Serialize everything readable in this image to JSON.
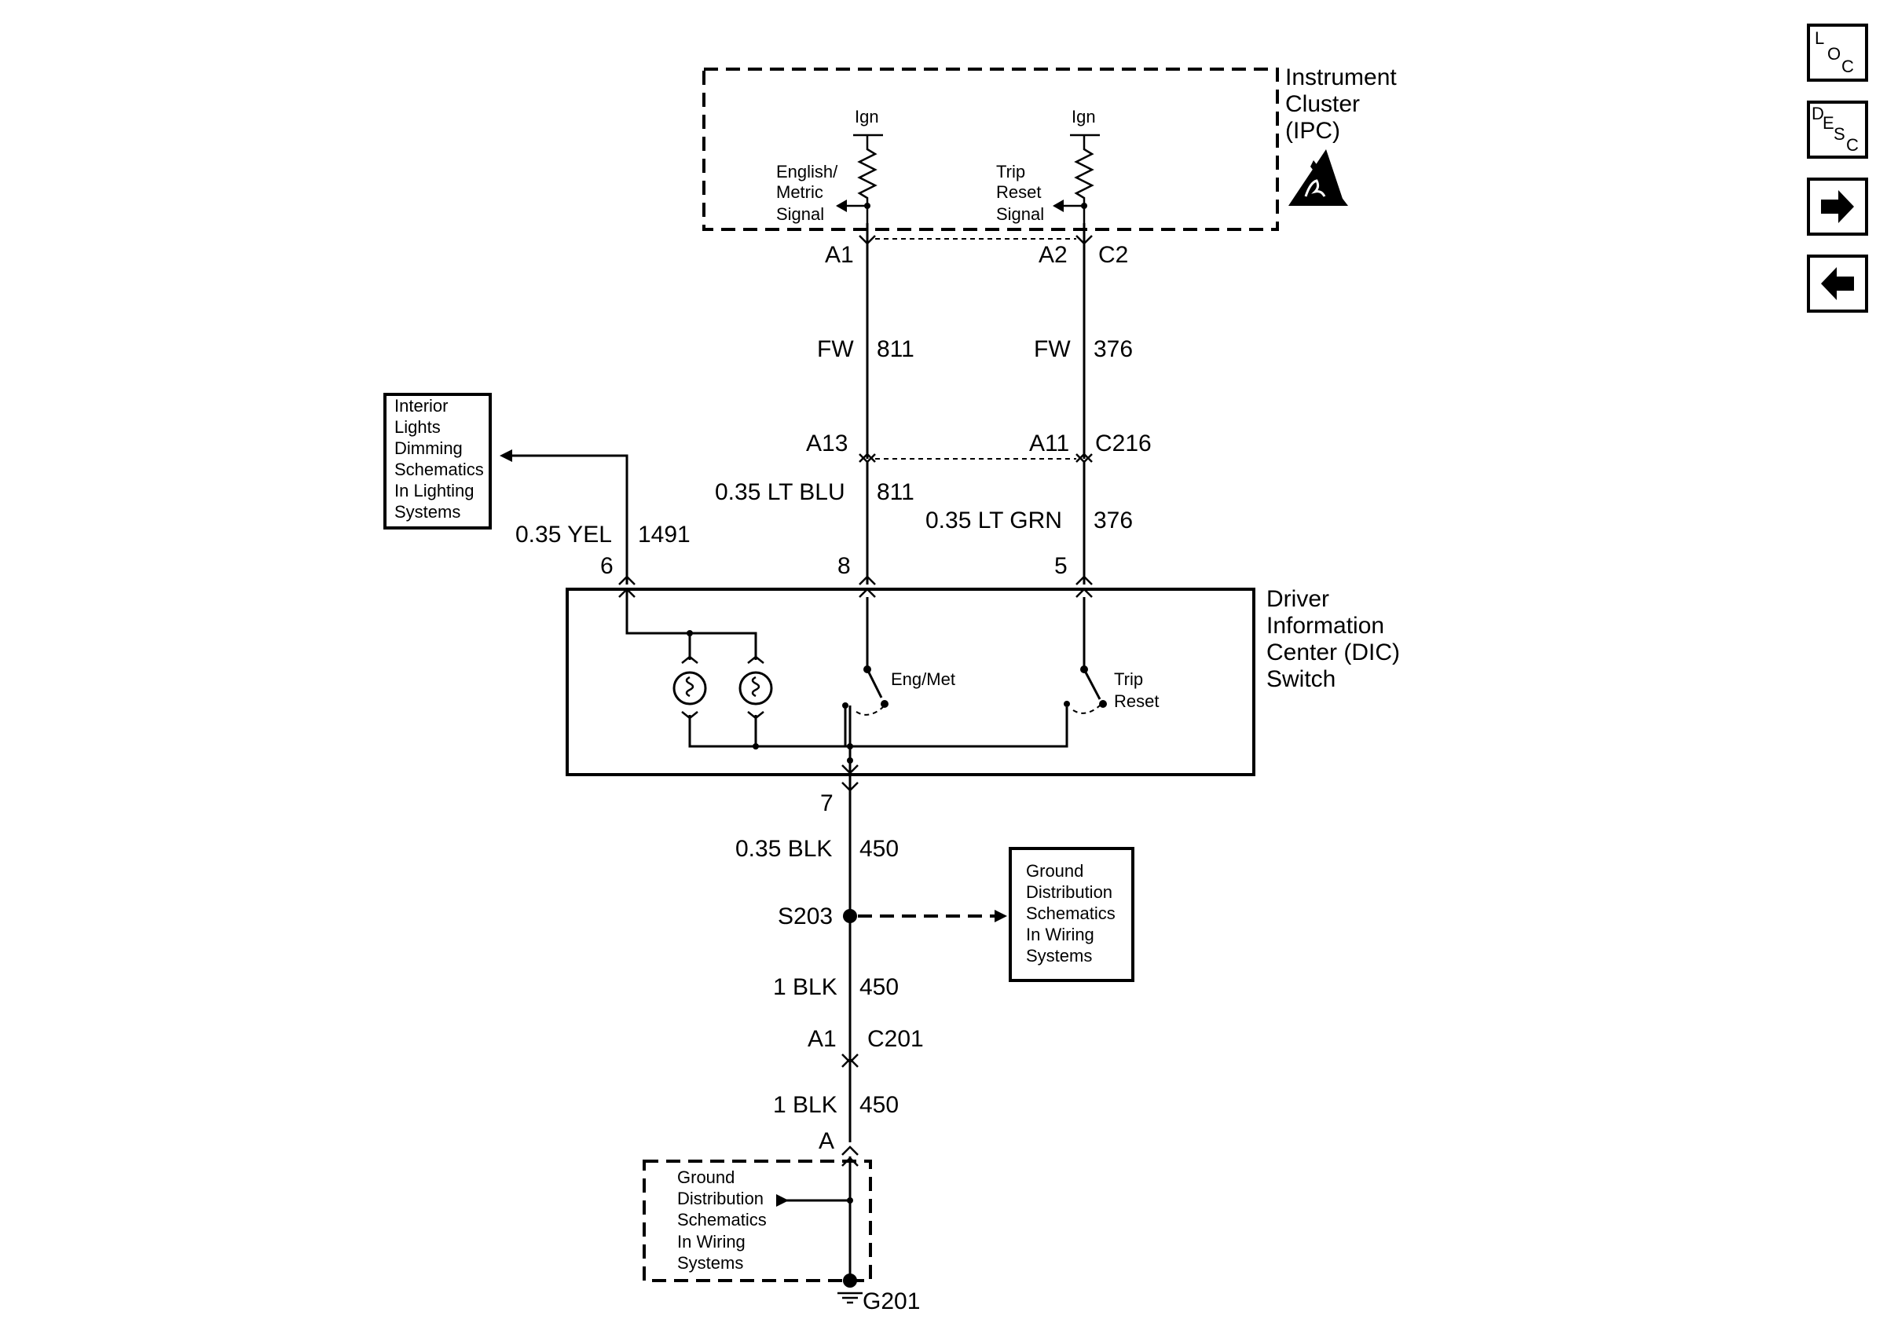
{
  "ipc": {
    "title_lines": [
      "Instrument",
      "Cluster",
      "(IPC)"
    ],
    "ign_left": "Ign",
    "ign_right": "Ign",
    "signal_left_lines": [
      "English/",
      "Metric",
      "Signal"
    ],
    "signal_right_lines": [
      "Trip",
      "Reset",
      "Signal"
    ],
    "pin_a1": "A1",
    "pin_a2": "A2",
    "conn_c2": "C2"
  },
  "wires": {
    "fw_left": "FW",
    "num_811_top": "811",
    "fw_right": "FW",
    "num_376_top": "376",
    "pin_a13": "A13",
    "pin_a11": "A11",
    "conn_c216": "C216",
    "blu_label": "0.35 LT BLU",
    "num_811_bottom": "811",
    "grn_label": "0.35 LT GRN",
    "num_376_bottom": "376",
    "yel_label": "0.35 YEL",
    "num_1491": "1491",
    "pin_6": "6",
    "pin_8": "8",
    "pin_5": "5",
    "pin_7": "7",
    "blk_035": "0.35 BLK",
    "num_450_a": "450",
    "splice_s203": "S203",
    "blk_1_a": "1 BLK",
    "num_450_b": "450",
    "pin_a1_c201": "A1",
    "conn_c201": "C201",
    "blk_1_b": "1 BLK",
    "num_450_c": "450",
    "pin_a": "A",
    "ground_g201": "G201"
  },
  "dic": {
    "title_lines": [
      "Driver",
      "Information",
      "Center (DIC)",
      "Switch"
    ],
    "switch_engmet": "Eng/Met",
    "switch_trip_lines": [
      "Trip",
      "Reset"
    ]
  },
  "refs": {
    "interior_lines": [
      "Interior",
      "Lights",
      "Dimming",
      "Schematics",
      "In Lighting",
      "Systems"
    ],
    "ground_mid_lines": [
      "Ground",
      "Distribution",
      "Schematics",
      "In Wiring",
      "Systems"
    ],
    "ground_bottom_lines": [
      "Ground",
      "Distribution",
      "Schematics",
      "In Wiring",
      "Systems"
    ]
  },
  "nav": {
    "loc_L": "L",
    "loc_O": "O",
    "loc_C": "C",
    "desc_D": "D",
    "desc_E": "E",
    "desc_S": "S",
    "desc_C": "C"
  }
}
